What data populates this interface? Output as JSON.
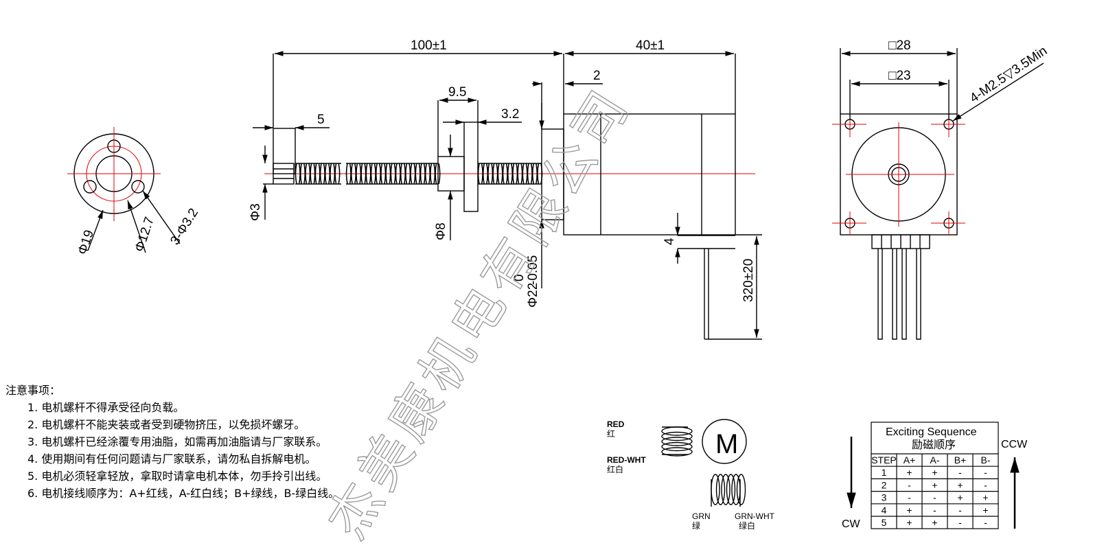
{
  "dimensions": {
    "total_length": "100±1",
    "motor_length": "40±1",
    "flange_thickness": "2",
    "tip_length": "5",
    "nut_width": "9.5",
    "nut_flange": "3.2",
    "shaft_dia": "Φ3",
    "nut_dia": "Φ8",
    "boss_dia": "Φ22",
    "boss_tol_upper": "0",
    "boss_tol_lower": "-0.05",
    "lead_offset": "4",
    "lead_length": "320±20",
    "square_outer": "□28",
    "square_inner": "□23",
    "mount_holes": "4-M2.5▽3.5Min"
  },
  "nut_view": {
    "outer_dia": "Φ19",
    "pcd": "Φ12.7",
    "holes": "3-Φ3.2"
  },
  "wiring": {
    "red": "RED",
    "red_cn": "红",
    "red_wht": "RED-WHT",
    "red_wht_cn": "红白",
    "grn": "GRN",
    "grn_cn": "绿",
    "grn_wht": "GRN-WHT",
    "grn_wht_cn": "绿白",
    "motor_symbol": "M"
  },
  "sequence": {
    "title": "Exciting Sequence",
    "title_cn": "励磁顺序",
    "headers": [
      "STEP",
      "A+",
      "A-",
      "B+",
      "B-"
    ],
    "rows": [
      [
        "1",
        "+",
        "+",
        "-",
        "-"
      ],
      [
        "2",
        "-",
        "+",
        "+",
        "-"
      ],
      [
        "3",
        "-",
        "-",
        "+",
        "+"
      ],
      [
        "4",
        "+",
        "-",
        "-",
        "+"
      ],
      [
        "5",
        "+",
        "+",
        "-",
        "-"
      ]
    ],
    "cw": "CW",
    "ccw": "CCW"
  },
  "notes": {
    "title": "注意事项：",
    "items": [
      {
        "num": "1.",
        "text": " 电机螺杆不得承受径向负载。"
      },
      {
        "num": "2.",
        "text": " 电机螺杆不能夹装或者受到硬物挤压，以免损坏螺牙。"
      },
      {
        "num": "3.",
        "text": " 电机螺杆已经涂覆专用油脂，如需再加油脂请与厂家联系。"
      },
      {
        "num": "4.",
        "text": " 使用期间有任何问题请与厂家联系，请勿私自拆解电机。"
      },
      {
        "num": "5.",
        "text": " 电机必须轻拿轻放，拿取时请拿电机本体，勿手拎引出线。"
      },
      {
        "num": "6.",
        "text": " 电机接线顺序为：A+红线，A-红白线；B+绿线，B-绿白线。"
      }
    ]
  },
  "watermark": "杰美康机电有限公司",
  "colors": {
    "line": "#000000",
    "centerline": "#e00000",
    "watermark": "#9a9a9a"
  }
}
